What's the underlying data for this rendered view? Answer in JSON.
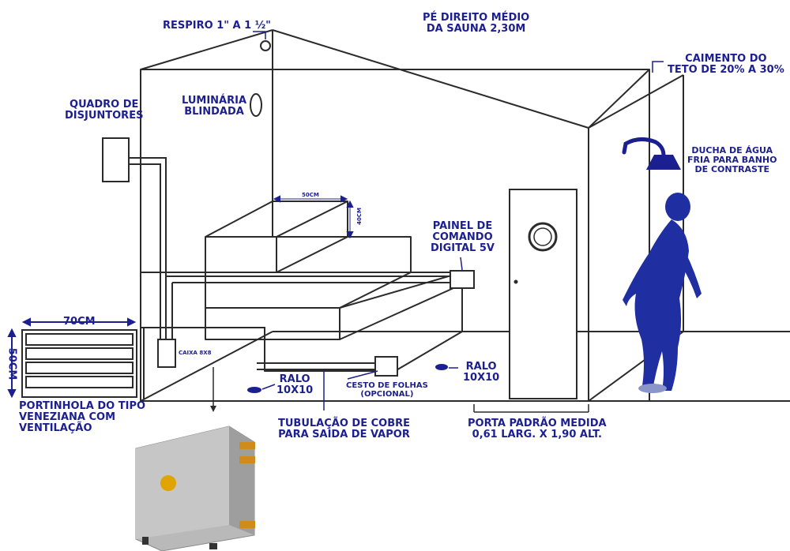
{
  "labels": {
    "respiro": "RESPIRO 1\" A 1 ½\"",
    "pe_direito_1": "PÉ DIREITO MÉDIO",
    "pe_direito_2": "DA SAUNA 2,30M",
    "caimento_1": "CAIMENTO DO",
    "caimento_2": "TETO DE 20% A 30%",
    "quadro_1": "QUADRO DE",
    "quadro_2": "DISJUNTORES",
    "luminaria_1": "LUMINÁRIA",
    "luminaria_2": "BLINDADA",
    "ducha_1": "DUCHA DE ÁGUA",
    "ducha_2": "FRIA PARA BANHO",
    "ducha_3": "DE CONTRASTE",
    "dim_50cm_h": "50CM",
    "dim_step_v": "40CM",
    "painel_1": "PAINEL DE",
    "painel_2": "COMANDO",
    "painel_3": "DIGITAL 5V",
    "dim_70cm": "70CM",
    "dim_50cm_v": "50CM",
    "ralo1_1": "RALO",
    "ralo1_2": "10X10",
    "ralo2_1": "RALO",
    "ralo2_2": "10X10",
    "cesto_1": "CESTO DE FOLHAS",
    "cesto_2": "(OPCIONAL)",
    "portinhola_1": "PORTINHOLA DO TIPO",
    "portinhola_2": "VENEZIANA COM",
    "portinhola_3": "VENTILAÇÃO",
    "tubulacao_1": "TUBULAÇÃO DE COBRE",
    "tubulacao_2": "PARA SAÍDA DE VAPOR",
    "porta_1": "PORTA PADRÃO MEDIDA",
    "porta_2": "0,61 LARG. X 1,90 ALT.",
    "caixa_label": "CAIXA 8X8"
  },
  "colors": {
    "accent": "#1c1f8f",
    "line": "#2b2b2b",
    "figure": "#1f2ea0",
    "generator": "#b9b9b9"
  }
}
